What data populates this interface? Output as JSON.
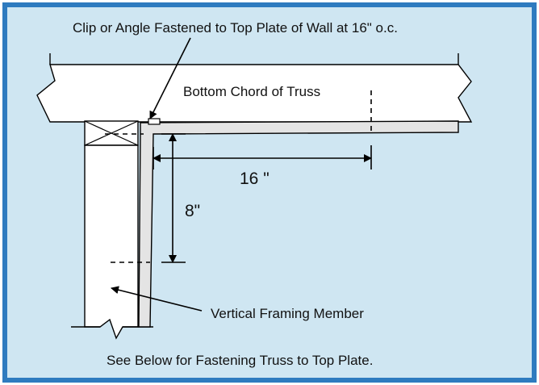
{
  "colors": {
    "background": "#cfe6f2",
    "border": "#2e7bbf",
    "member_fill": "#ffffff",
    "angle_fill": "#e4e4e4",
    "line": "#000000"
  },
  "labels": {
    "clip_note": "Clip or Angle Fastened to Top Plate of Wall at 16\" o.c.",
    "chord": "Bottom Chord of Truss",
    "horizontal_dim": "16 \"",
    "vertical_dim": "8\"",
    "vertical_member": "Vertical Framing Member",
    "footer": "See Below for Fastening Truss to Top Plate."
  }
}
